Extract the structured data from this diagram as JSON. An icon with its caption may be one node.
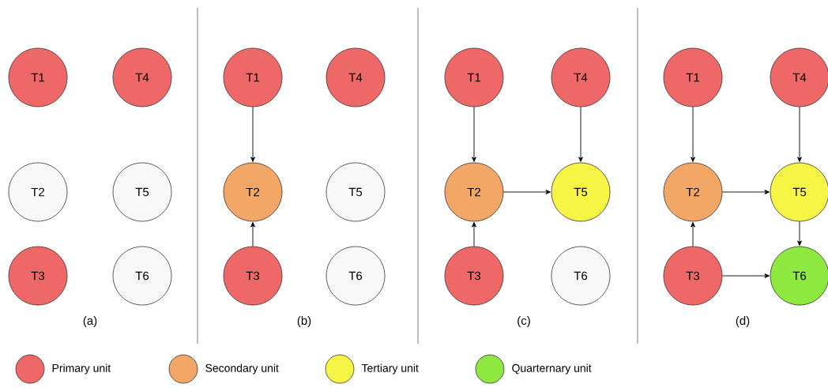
{
  "diagram": {
    "nodes": [
      {
        "text": [
          "T1"
        ]
      },
      {
        "text": [
          "T4"
        ]
      },
      {
        "text": [
          "T2"
        ]
      },
      {
        "text": [
          "T5"
        ]
      },
      {
        "text": [
          "T3"
        ]
      },
      {
        "text": [
          "T6"
        ]
      },
      {
        "text": [
          "T1"
        ]
      },
      {
        "text": [
          "T4"
        ]
      },
      {
        "text": [
          "T2"
        ]
      },
      {
        "text": [
          "T5"
        ]
      },
      {
        "text": [
          "T3"
        ]
      },
      {
        "text": [
          "T6"
        ]
      },
      {
        "text": [
          "T1"
        ]
      },
      {
        "text": [
          "T4"
        ]
      },
      {
        "text": [
          "T2"
        ]
      },
      {
        "text": [
          "T5"
        ]
      },
      {
        "text": [
          "T3"
        ]
      },
      {
        "text": [
          "T6"
        ]
      },
      {
        "text": [
          "T1"
        ]
      },
      {
        "text": [
          "T4"
        ]
      },
      {
        "text": [
          "T2"
        ]
      },
      {
        "text": [
          "T5"
        ]
      },
      {
        "text": [
          "T3"
        ]
      },
      {
        "text": [
          "T6"
        ]
      }
    ],
    "edges": [
      {
        "from": 6,
        "to": 8,
        "arrow": "to"
      },
      {
        "from": 10,
        "to": 8,
        "arrow": "to"
      },
      {
        "from": 12,
        "to": 14,
        "arrow": "to"
      },
      {
        "from": 16,
        "to": 14,
        "arrow": "to"
      },
      {
        "from": 13,
        "to": 15,
        "arrow": "to"
      },
      {
        "from": 14,
        "to": 15,
        "arrow": "to"
      },
      {
        "from": 18,
        "to": 20,
        "arrow": "to"
      },
      {
        "from": 22,
        "to": 20,
        "arrow": "to"
      },
      {
        "from": 19,
        "to": 21,
        "arrow": "to"
      },
      {
        "from": 20,
        "to": 21,
        "arrow": "to"
      },
      {
        "from": 21,
        "to": 23,
        "arrow": "to"
      },
      {
        "from": 22,
        "to": 23,
        "arrow": "to"
      }
    ],
    "labels": [
      "(a)",
      "(b)",
      "(c)",
      "(d)"
    ],
    "legend": [
      {
        "text": "Primary unit",
        "color": "#ee6868"
      },
      {
        "text": "Secondary unit",
        "color": "#f2a766"
      },
      {
        "text": "Tertiary unit",
        "color": "#f6f546"
      },
      {
        "text": "Quarternary unit",
        "color": "#8de83f"
      }
    ]
  }
}
